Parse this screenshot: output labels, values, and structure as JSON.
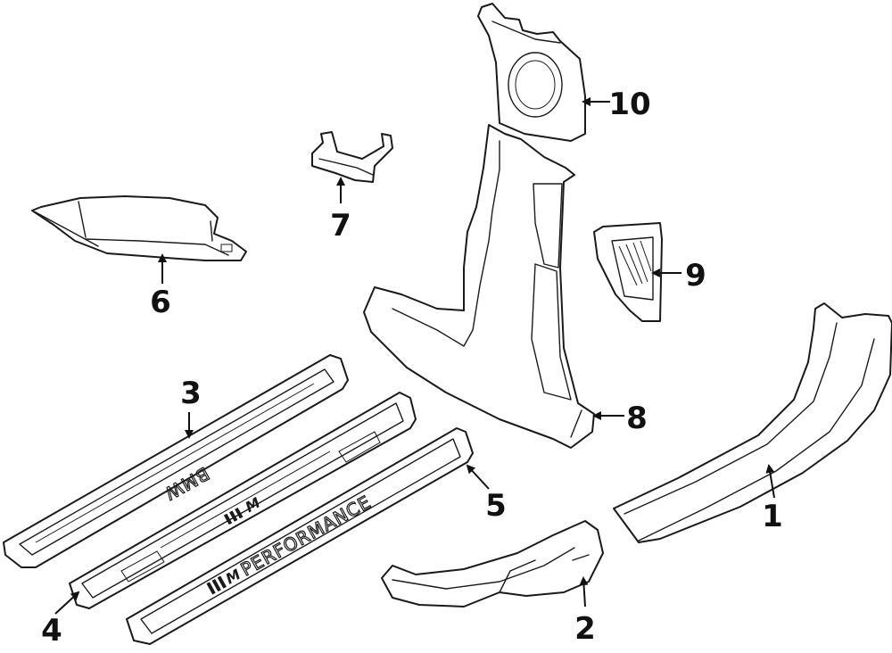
{
  "diagram": {
    "callouts": [
      {
        "id": "1",
        "label": "1"
      },
      {
        "id": "2",
        "label": "2"
      },
      {
        "id": "3",
        "label": "3"
      },
      {
        "id": "4",
        "label": "4"
      },
      {
        "id": "5",
        "label": "5"
      },
      {
        "id": "6",
        "label": "6"
      },
      {
        "id": "7",
        "label": "7"
      },
      {
        "id": "8",
        "label": "8"
      },
      {
        "id": "9",
        "label": "9"
      },
      {
        "id": "10",
        "label": "10"
      }
    ],
    "part_text": {
      "sill_3_badge": "BMW",
      "sill_4_badge": "M",
      "sill_5_badge_m": "M",
      "sill_5_badge": "PERFORMANCE"
    }
  }
}
